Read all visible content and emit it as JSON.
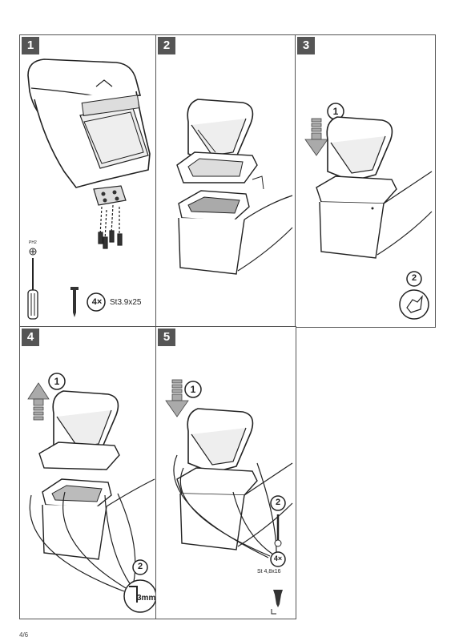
{
  "steps": [
    {
      "number": "1"
    },
    {
      "number": "2"
    },
    {
      "number": "3"
    },
    {
      "number": "4"
    },
    {
      "number": "5"
    }
  ],
  "step1": {
    "screwdriver_tip": "PH2",
    "count": "4×",
    "screw_spec": "St3.9x25"
  },
  "step3": {
    "callout_1": "1",
    "callout_2": "2"
  },
  "step4": {
    "callout_1": "1",
    "callout_2": "2",
    "hex_size": "3mm"
  },
  "step5": {
    "callout_1": "1",
    "callout_2": "2",
    "count": "4×",
    "screw_spec": "St 4,8x16"
  },
  "page_number": "4/6"
}
